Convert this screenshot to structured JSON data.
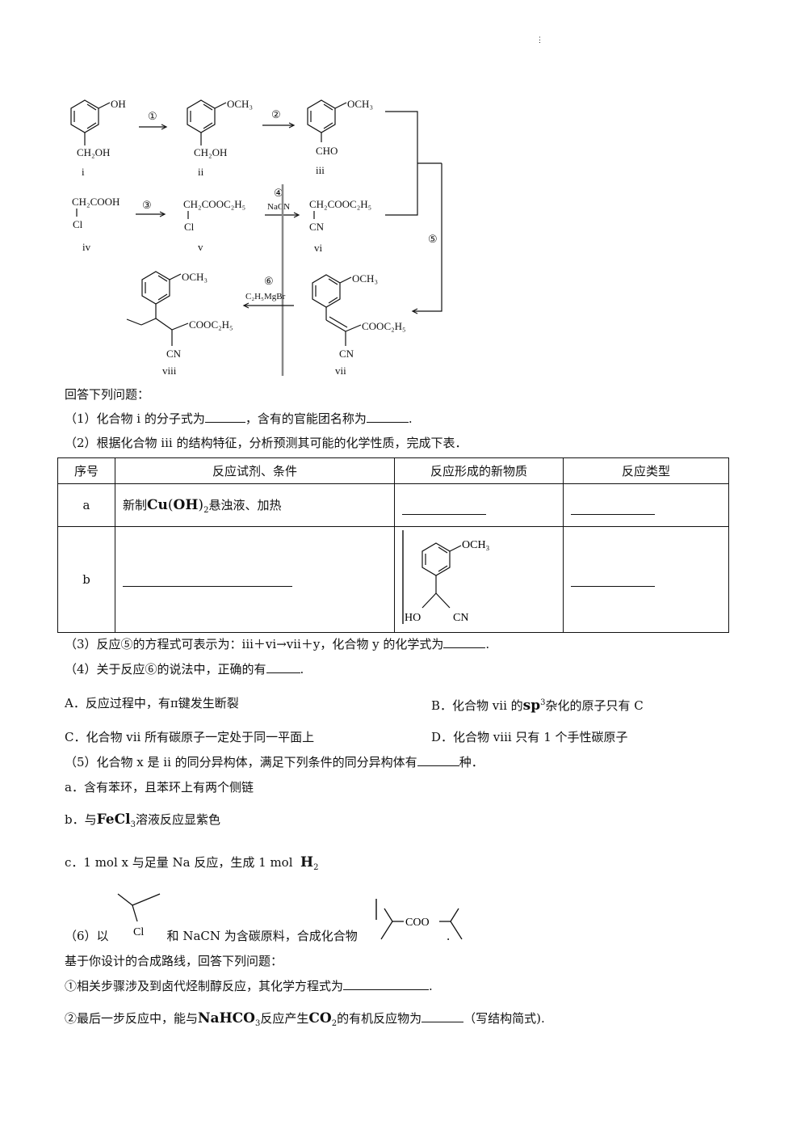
{
  "scheme": {
    "dot": "⋮",
    "compounds": {
      "i": {
        "sub1": "OH",
        "sub2": "CH₂OH",
        "label": "i"
      },
      "ii": {
        "sub1": "OCH₃",
        "sub2": "CH₂OH",
        "label": "ii"
      },
      "iii": {
        "sub1": "OCH₃",
        "sub2": "CHO",
        "label": "iii"
      },
      "iv": {
        "line1": "CH₂COOH",
        "line2": "Cl",
        "label": "iv"
      },
      "v": {
        "line1": "CH₂COOC₂H₅",
        "line2": "Cl",
        "label": "v"
      },
      "vi": {
        "line1": "CH₂COOC₂H₅",
        "line2": "CN",
        "label": "vi"
      },
      "vii": {
        "sub1": "OCH₃",
        "sub2": "COOC₂H₅",
        "sub3": "CN",
        "label": "vii"
      },
      "viii": {
        "sub1": "OCH₃",
        "sub2": "COOC₂H₅",
        "sub3": "CN",
        "label": "viii"
      }
    },
    "steps": {
      "s1": "①",
      "s2": "②",
      "s3": "③",
      "s4": "④",
      "s4_reagent": "NaCN",
      "s5": "⑤",
      "s6": "⑥",
      "s6_reagent": "C₂H₅MgBr"
    }
  },
  "intro": "回答下列问题：",
  "q1": {
    "a": "（1）化合物 i 的分子式为",
    "b": "，含有的官能团名称为",
    "c": "."
  },
  "q2": "（2）根据化合物 iii 的结构特征，分析预测其可能的化学性质，完成下表．",
  "table": {
    "headers": [
      "序号",
      "反应试剂、条件",
      "反应形成的新物质",
      "反应类型"
    ],
    "row_a": {
      "id": "a",
      "reagent_prefix": "新制",
      "reagent_formula": "Cu",
      "reagent_oh": "OH",
      "reagent_sub": "2",
      "reagent_suffix": "悬浊液、加热"
    },
    "row_b": {
      "id": "b",
      "product_sub1": "OCH₃",
      "product_ho": "HO",
      "product_cn": "CN"
    }
  },
  "q3": {
    "a": "（3）反应⑤的方程式可表示为：iii＋vi→vii＋y，化合物 y 的化学式为",
    "b": "."
  },
  "q4": {
    "a": "（4）关于反应⑥的说法中，正确的有",
    "b": "."
  },
  "options": {
    "A": "A．反应过程中，有π键发生断裂",
    "B_pre": "B．化合物 vii 的",
    "B_sp": "sp",
    "B_sup": "3",
    "B_post": "杂化的原子只有 C",
    "C": "C．化合物 vii 所有碳原子一定处于同一平面上",
    "D": "D．化合物 viii 只有 1 个手性碳原子"
  },
  "q5": {
    "a": "（5）化合物 x 是 ii 的同分异构体，满足下列条件的同分异构体有",
    "b": "种．"
  },
  "cond": {
    "a": "a．含有苯环，且苯环上有两个侧链",
    "b_pre": "b．与",
    "b_formula": "FeCl",
    "b_sub": "3",
    "b_post": "溶液反应显紫色",
    "c_pre": "c．1 mol x 与足量 Na 反应，生成 1 mol",
    "c_formula": "H",
    "c_sub": "2"
  },
  "q6": {
    "a": "（6）以",
    "b": "和 NaCN 为含碳原料，合成化合物",
    "c": ".",
    "cl": "Cl",
    "coo": "COO"
  },
  "q6_intro": "基于你设计的合成路线，回答下列问题：",
  "q6_1": {
    "a": "①相关步骤涉及到卤代烃制醇反应，其化学方程式为",
    "b": "."
  },
  "q6_2": {
    "a": "②最后一步反应中，能与",
    "f1": "NaHCO",
    "f1_sub": "3",
    "b": "反应产生",
    "f2": "CO",
    "f2_sub": "2",
    "c": "的有机反应物为",
    "d": "（写结构简式)."
  }
}
